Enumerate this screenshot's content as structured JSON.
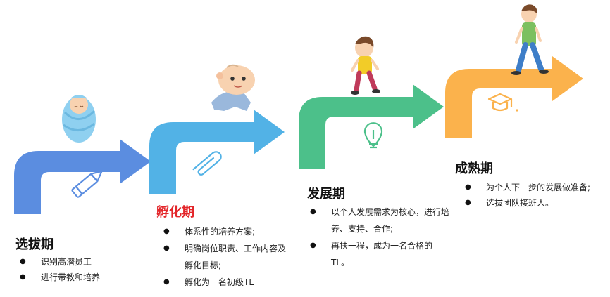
{
  "colors": {
    "stage1": "#5b8de0",
    "stage2": "#52b2e6",
    "stage3": "#4cc08a",
    "stage4": "#fbb24c",
    "highlight": "#e3262a"
  },
  "stages": [
    {
      "title": "选拔期",
      "icon": "pencil-icon",
      "figure": "swaddled-infant",
      "bullets": [
        "识别高潜员工",
        "进行带教和培养"
      ]
    },
    {
      "title": "孵化期",
      "icon": "paperclip-icon",
      "figure": "crawling-baby",
      "bullets": [
        "体系性的培养方案;",
        "明确岗位职责、工作内容及孵化目标;",
        "孵化为一名初级TL"
      ]
    },
    {
      "title": "发展期",
      "icon": "lightbulb-icon",
      "figure": "walking-child",
      "bullets": [
        "以个人发展需求为核心，进行培养、支持、合作;",
        "再扶一程，成为一名合格的TL。"
      ]
    },
    {
      "title": "成熟期",
      "icon": "graduation-cap-icon",
      "figure": "walking-boy",
      "bullets": [
        "为个人下一步的发展做准备;",
        "选拔团队接班人。"
      ]
    }
  ]
}
